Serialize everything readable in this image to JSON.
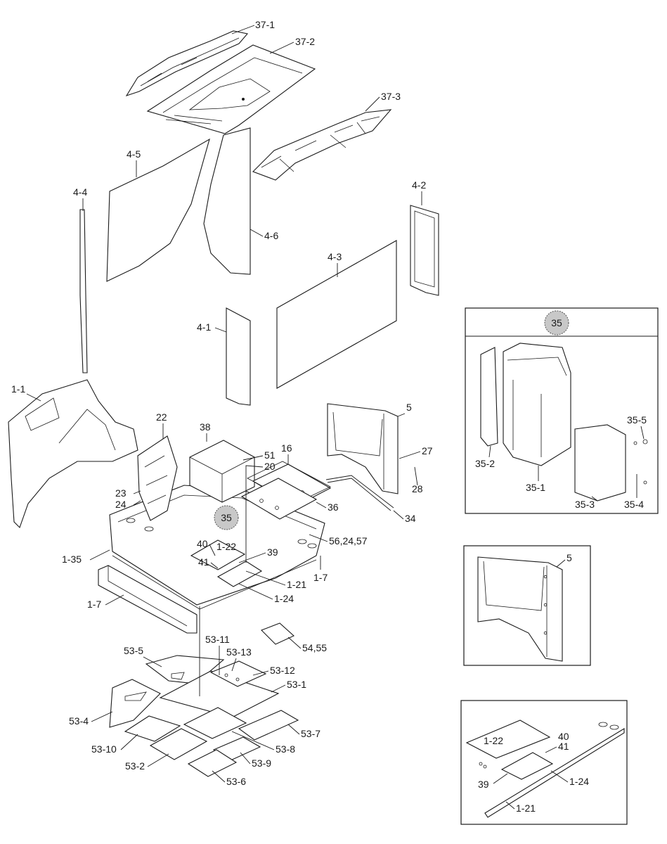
{
  "labels": {
    "l37_1": "37-1",
    "l37_2": "37-2",
    "l37_3": "37-3",
    "l4_5": "4-5",
    "l4_4": "4-4",
    "l4_6": "4-6",
    "l4_2": "4-2",
    "l4_3": "4-3",
    "l4_1": "4-1",
    "l1_1": "1-1",
    "l22": "22",
    "l38": "38",
    "l51": "51",
    "l20": "20",
    "l16": "16",
    "l5": "5",
    "l27": "27",
    "l28": "28",
    "l23": "23",
    "l24": "24",
    "l36": "36",
    "l34": "34",
    "l56": "56,24,57",
    "l1_35": "1-35",
    "l35_main": "35",
    "l40": "40",
    "l1_22": "1-22",
    "l39": "39",
    "l41": "41",
    "l1_21": "1-21",
    "l1_7a": "1-7",
    "l1_24": "1-24",
    "l1_7b": "1-7",
    "l53_11": "53-11",
    "l53_13": "53-13",
    "l54": "54,55",
    "l53_5": "53-5",
    "l53_12": "53-12",
    "l53_1": "53-1",
    "l53_4": "53-4",
    "l53_7": "53-7",
    "l53_10": "53-10",
    "l53_8": "53-8",
    "l53_2": "53-2",
    "l53_9": "53-9",
    "l53_6": "53-6"
  },
  "inset35": {
    "badge": "35",
    "l35_5": "35-5",
    "l35_2": "35-2",
    "l35_1": "35-1",
    "l35_3": "35-3",
    "l35_4": "35-4"
  },
  "inset5": {
    "l5": "5"
  },
  "inset1": {
    "l1_22": "1-22",
    "l40": "40",
    "l41": "41",
    "l39": "39",
    "l1_24": "1-24",
    "l1_21": "1-21"
  }
}
